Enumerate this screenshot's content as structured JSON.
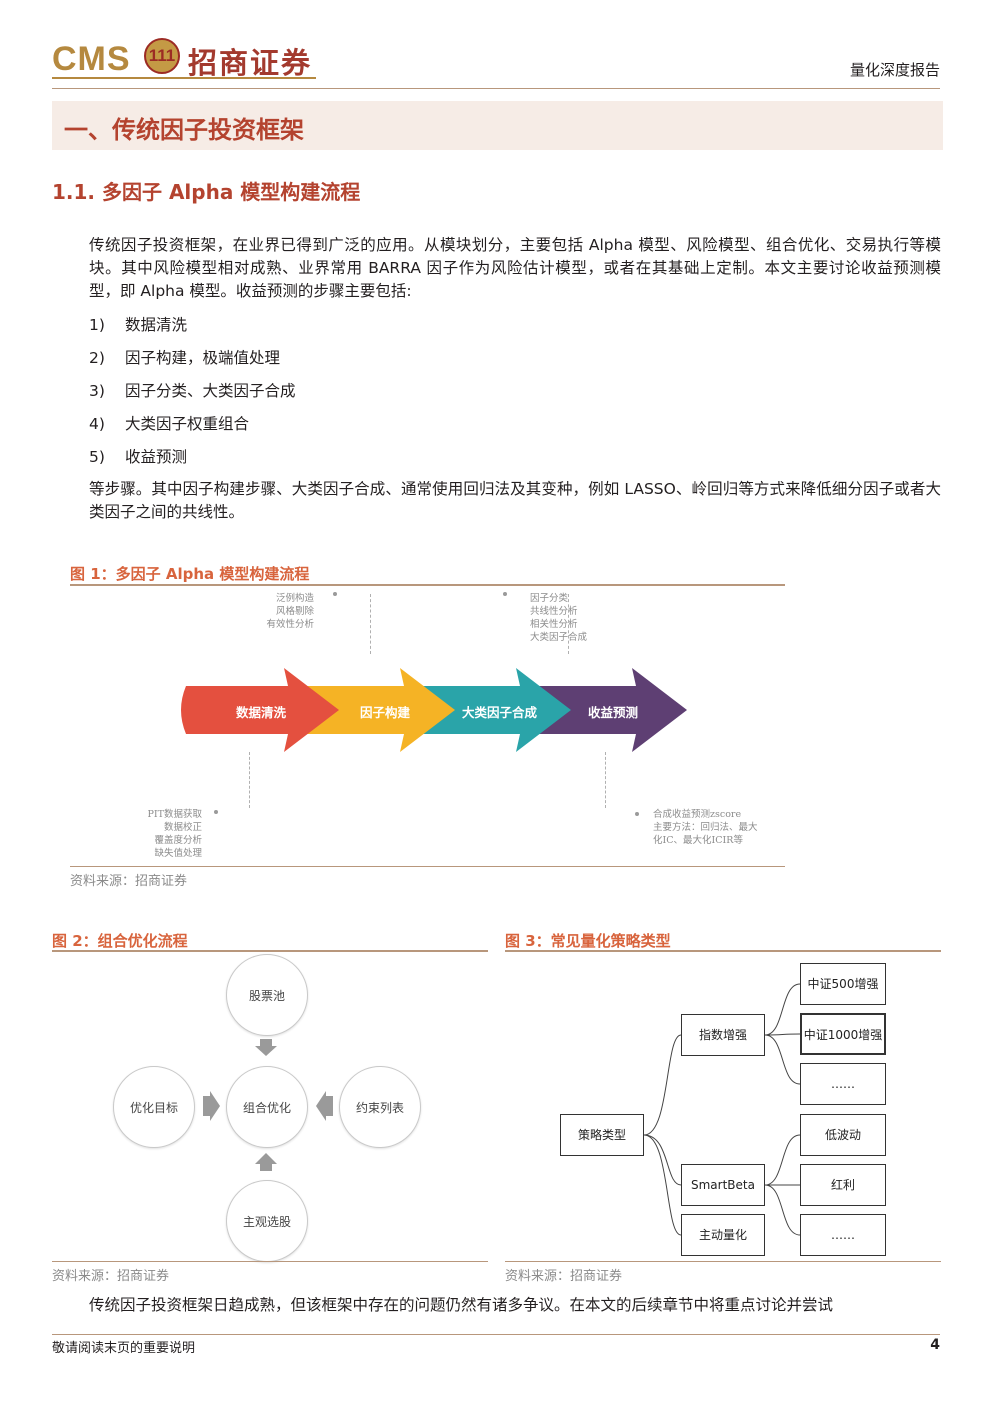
{
  "header": {
    "logo_en": "CMS",
    "logo_badge": "111",
    "logo_cn": "招商证券",
    "report_type": "量化深度报告"
  },
  "section": {
    "title": "一、传统因子投资框架"
  },
  "subsection": {
    "title": "1.1. 多因子 Alpha 模型构建流程"
  },
  "intro_paragraph": "传统因子投资框架，在业界已得到广泛的应用。从模块划分，主要包括 Alpha 模型、风险模型、组合优化、交易执行等模块。其中风险模型相对成熟、业界常用 BARRA 因子作为风险估计模型，或者在其基础上定制。本文主要讨论收益预测模型，即 Alpha 模型。收益预测的步骤主要包括:",
  "steps": [
    {
      "num": "1)",
      "text": "数据清洗"
    },
    {
      "num": "2)",
      "text": "因子构建，极端值处理"
    },
    {
      "num": "3)",
      "text": "因子分类、大类因子合成"
    },
    {
      "num": "4)",
      "text": "大类因子权重组合"
    },
    {
      "num": "5)",
      "text": "收益预测"
    }
  ],
  "after_paragraph": "等步骤。其中因子构建步骤、大类因子合成、通常使用回归法及其变种，例如 LASSO、岭回归等方式来降低细分因子或者大类因子之间的共线性。",
  "figure1": {
    "caption": "图 1：多因子 Alpha 模型构建流程",
    "arrows": [
      "数据清洗",
      "因子构建",
      "大类因子合成",
      "收益预测"
    ],
    "arrow_colors": [
      "#e4503f",
      "#f5b325",
      "#2aa4a9",
      "#5e3f73"
    ],
    "note_top_left": [
      "泛例构造",
      "风格剔除",
      "有效性分析"
    ],
    "note_top_right": [
      "因子分类",
      "共线性分析",
      "相关性分析",
      "大类因子合成"
    ],
    "note_bottom_left": [
      "PIT数据获取",
      "数据校正",
      "覆盖度分析",
      "缺失值处理"
    ],
    "note_bottom_right": [
      "合成收益预测zscore",
      "主要方法：回归法、最大",
      "化IC、最大化ICIR等"
    ],
    "source": "资料来源：招商证券"
  },
  "figure2": {
    "caption": "图 2：组合优化流程",
    "nodes": {
      "top": "股票池",
      "center": "组合优化",
      "left": "优化目标",
      "right": "约束列表",
      "bottom": "主观选股"
    },
    "source": "资料来源：招商证券"
  },
  "figure3": {
    "caption": "图 3：常见量化策略类型",
    "root": "策略类型",
    "branches": [
      {
        "label": "指数增强",
        "leaves": [
          "中证500增强",
          "中证1000增强",
          "……"
        ]
      },
      {
        "label": "SmartBeta",
        "leaves": [
          "低波动",
          "红利",
          "……"
        ]
      },
      {
        "label": "主动量化",
        "leaves": []
      }
    ],
    "source": "资料来源：招商证券"
  },
  "closing_paragraph": "传统因子投资框架日趋成熟，但该框架中存在的问题仍然有诸多争议。在本文的后续章节中将重点讨论并尝试",
  "footer": {
    "notice": "敬请阅读末页的重要说明",
    "page": "4"
  },
  "colors": {
    "accent": "#b4432f",
    "caption": "#d8643d",
    "rule": "#b8977c",
    "banner_bg": "#f6ece6"
  }
}
